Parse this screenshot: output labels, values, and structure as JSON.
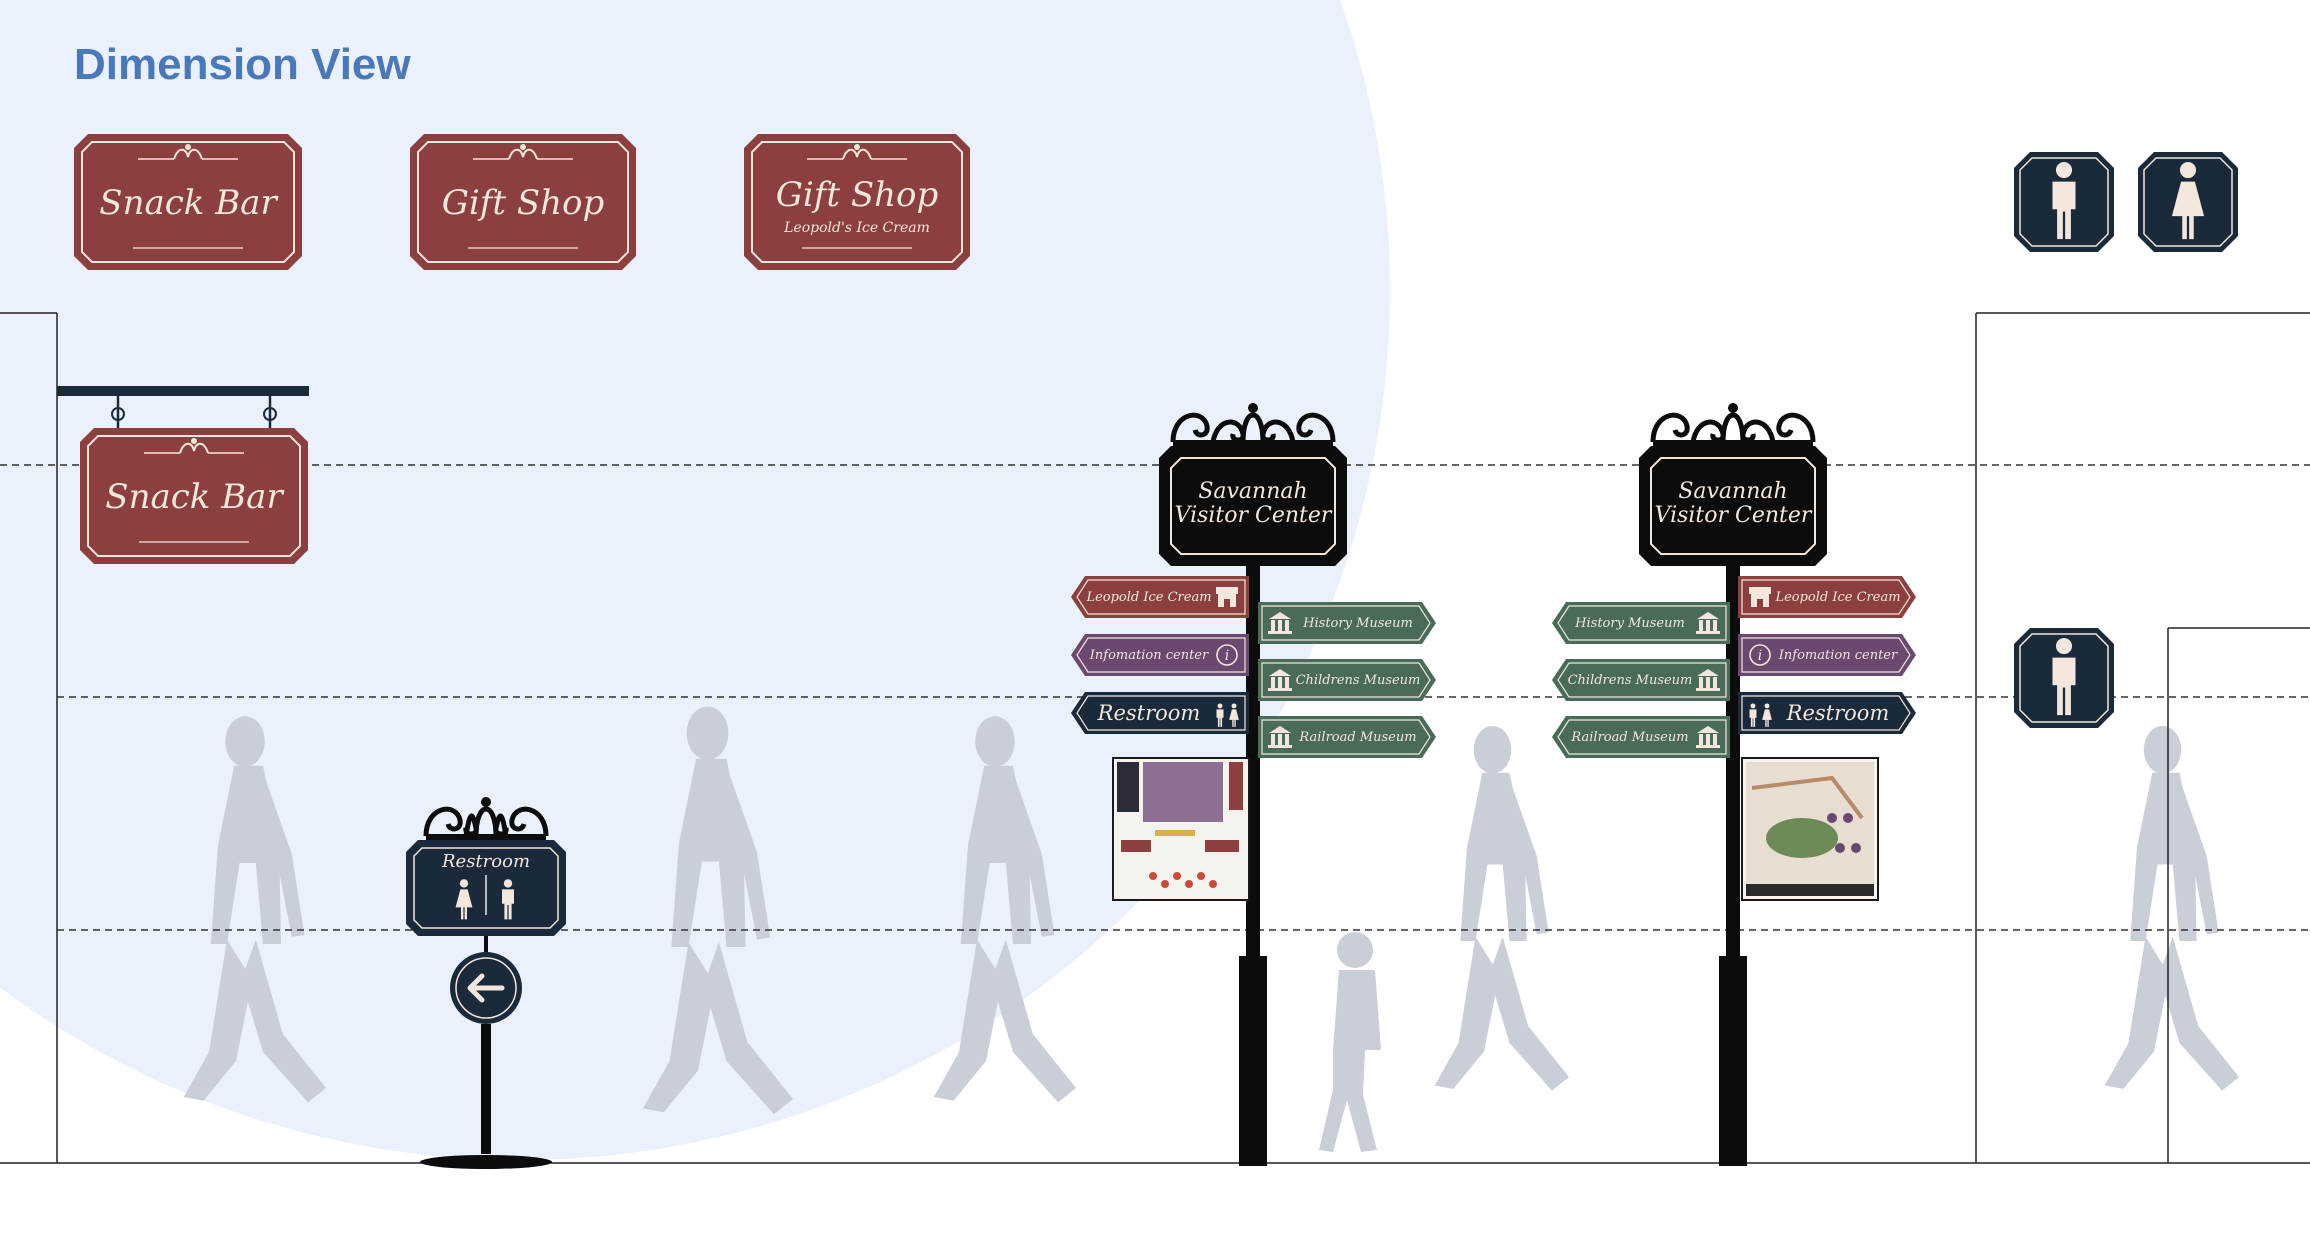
{
  "page": {
    "title": "Dimension View"
  },
  "colors": {
    "maroon": "#8c3f3f",
    "navy": "#1b2a3b",
    "green": "#4a6b58",
    "purple": "#6b4870",
    "black": "#0c0c0c",
    "cream": "#f3e6dc",
    "background_circle": "#eaf1fc",
    "silhouette": "#c9ced8",
    "title_blue": "#4a78b8"
  },
  "top_signs": [
    {
      "main": "Snack Bar",
      "sub": ""
    },
    {
      "main": "Gift Shop",
      "sub": ""
    },
    {
      "main": "Gift Shop",
      "sub": "Leopold's Ice Cream"
    }
  ],
  "restroom_icons": [
    "man-icon",
    "woman-icon"
  ],
  "hanging_sign": {
    "main": "Snack Bar"
  },
  "restroom_post": {
    "label": "Restroom",
    "icons": [
      "woman-icon",
      "man-icon"
    ],
    "arrow": "arrow-left-icon"
  },
  "visitor_center_1": {
    "line1": "Savannah",
    "line2": "Visitor Center",
    "left_arrows": [
      {
        "label": "Leopold Ice Cream",
        "icon": "shop-icon"
      },
      {
        "label": "Infomation center",
        "icon": "info-icon"
      },
      {
        "label": "Restroom",
        "icon": "restroom-icon"
      }
    ],
    "right_arrows": [
      {
        "label": "History Museum",
        "icon": "museum-icon"
      },
      {
        "label": "Childrens Museum",
        "icon": "museum-icon"
      },
      {
        "label": "Railroad Museum",
        "icon": "museum-icon"
      }
    ]
  },
  "visitor_center_2": {
    "line1": "Savannah",
    "line2": "Visitor Center",
    "left_arrows": [
      {
        "label": "History Museum",
        "icon": "museum-icon"
      },
      {
        "label": "Childrens Museum",
        "icon": "museum-icon"
      },
      {
        "label": "Railroad Museum",
        "icon": "museum-icon"
      }
    ],
    "right_arrows": [
      {
        "label": "Leopold Ice Cream",
        "icon": "shop-icon"
      },
      {
        "label": "Infomation center",
        "icon": "info-icon"
      },
      {
        "label": "Restroom",
        "icon": "restroom-icon"
      }
    ]
  },
  "wall_icon": "man-icon"
}
